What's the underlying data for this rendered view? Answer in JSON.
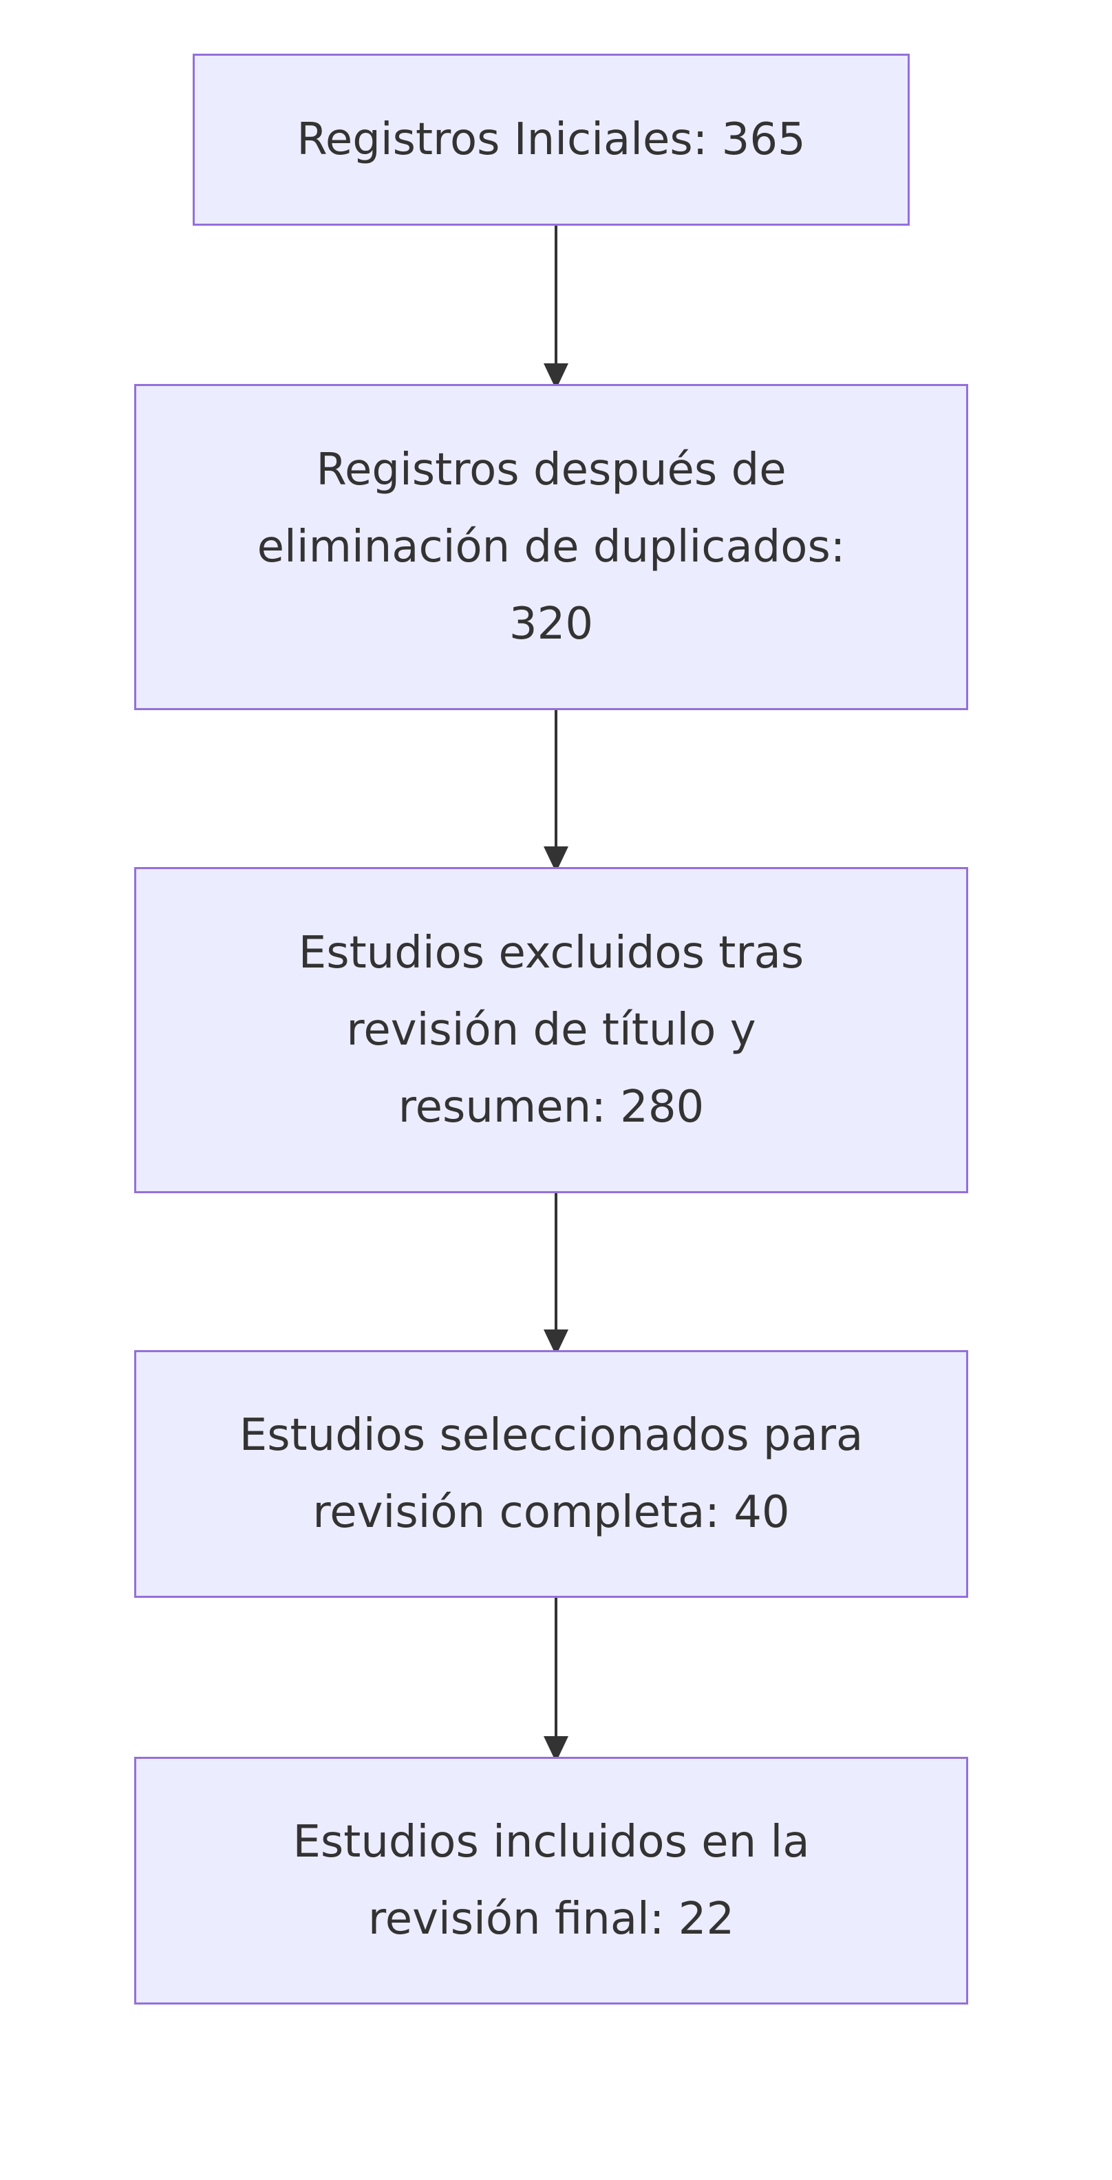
{
  "diagram": {
    "type": "flowchart",
    "direction": "top-to-bottom",
    "colors": {
      "node_fill": "#ececff",
      "node_border": "#9370db",
      "text": "#333333",
      "edge": "#333333"
    },
    "nodes": [
      {
        "id": "n1",
        "label": "Registros Iniciales: 365"
      },
      {
        "id": "n2",
        "label": "Registros después de eliminación de duplicados: 320"
      },
      {
        "id": "n3",
        "label": "Estudios excluidos tras revisión de título y resumen: 280"
      },
      {
        "id": "n4",
        "label": "Estudios seleccionados para revisión completa: 40"
      },
      {
        "id": "n5",
        "label": "Estudios incluidos en la revisión final: 22"
      }
    ],
    "edges": [
      {
        "from": "n1",
        "to": "n2"
      },
      {
        "from": "n2",
        "to": "n3"
      },
      {
        "from": "n3",
        "to": "n4"
      },
      {
        "from": "n4",
        "to": "n5"
      }
    ]
  }
}
